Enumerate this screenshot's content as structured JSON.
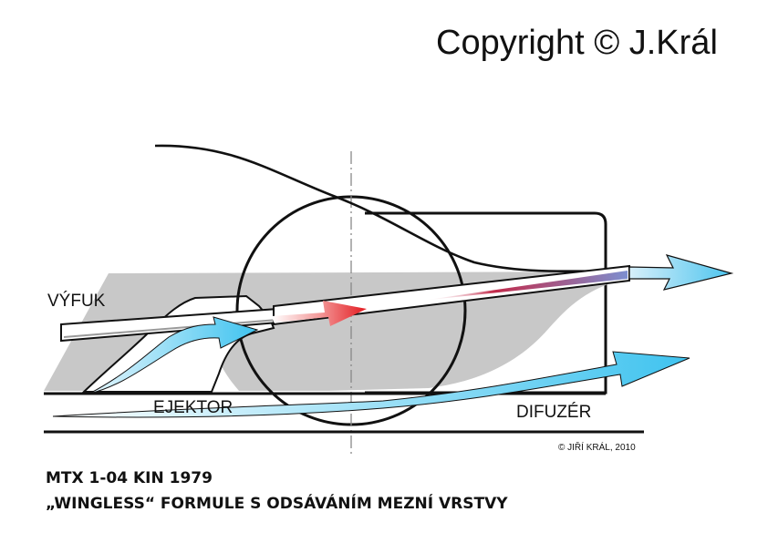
{
  "copyright": "Copyright © J.Král",
  "labels": {
    "exhaust": "VÝFUK",
    "ejector": "EJEKTOR",
    "diffuser": "DIFUZÉR"
  },
  "credit": "© JIŘÍ KRÁL, 2010",
  "caption": {
    "line1": "MTX 1-04 KIN 1979",
    "line2": "„WINGLESS“ FORMULE S ODSÁVÁNÍM MEZNÍ VRSTVY"
  },
  "colors": {
    "body_fill": "#c8c8c8",
    "exhaust_arrow": "#e8202a",
    "airflow_arrow": "#3fc3ef",
    "outline": "#111111"
  }
}
